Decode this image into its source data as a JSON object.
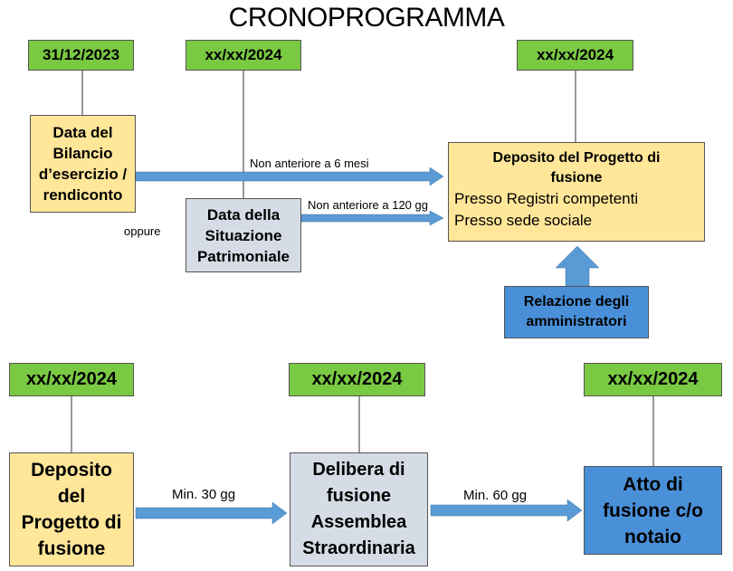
{
  "title": "CRONOPROGRAMMA",
  "top_row": {
    "date_1": "31/12/2023",
    "date_2": "xx/xx/2024",
    "date_3": "xx/xx/2024",
    "bilancio_box": "Data del Bilancio d’esercizio / rendiconto",
    "situazione_box": "Data della Situazione Patrimoniale",
    "oppure_label": "oppure",
    "arrow_1_label": "Non anteriore a 6 mesi",
    "arrow_2_label": "Non anteriore a 120 gg",
    "deposito_title": "Deposito del Progetto di fusione",
    "deposito_items": [
      "Presso Registri competenti",
      "Presso sede sociale"
    ],
    "relazione_box": "Relazione degli amministratori"
  },
  "bottom_row": {
    "date_1": "xx/xx/2024",
    "date_2": "xx/xx/2024",
    "date_3": "xx/xx/2024",
    "deposito_box": "Deposito del Progetto di fusione",
    "delibera_box": "Delibera di fusione Assemblea Straordinaria",
    "atto_box": "Atto di fusione c/o notaio",
    "arrow_1_label": "Min. 30 gg",
    "arrow_2_label": "Min. 60 gg"
  },
  "colors": {
    "date_green": "#7ac943",
    "yellow_box": "#ffe699",
    "grey_box": "#d6dce5",
    "blue_box": "#4a90d9",
    "arrow_blue": "#5b9bd5"
  }
}
